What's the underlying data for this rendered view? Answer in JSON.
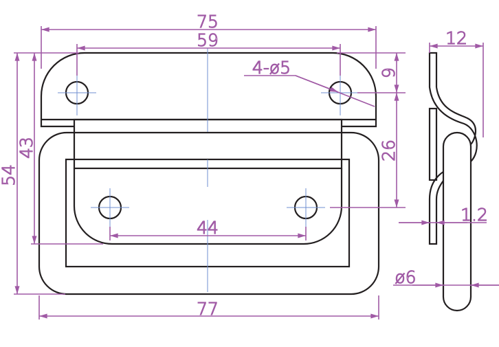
{
  "drawing": {
    "dimensions": {
      "overall_width_top": "75",
      "hole_spacing_top": "59",
      "hole_callout": "4-ø5",
      "overall_height": "54",
      "plate_height": "43",
      "overall_width_bottom": "77",
      "hole_spacing_bottom": "44",
      "hole_offset": "9",
      "hole_vertical_spacing": "26",
      "depth": "12",
      "thickness": "1.2",
      "handle_diameter": "ø6"
    },
    "colors": {
      "outline": "#231f20",
      "dimension": "#a05aa5",
      "centerline": "#6f8fd0"
    }
  }
}
